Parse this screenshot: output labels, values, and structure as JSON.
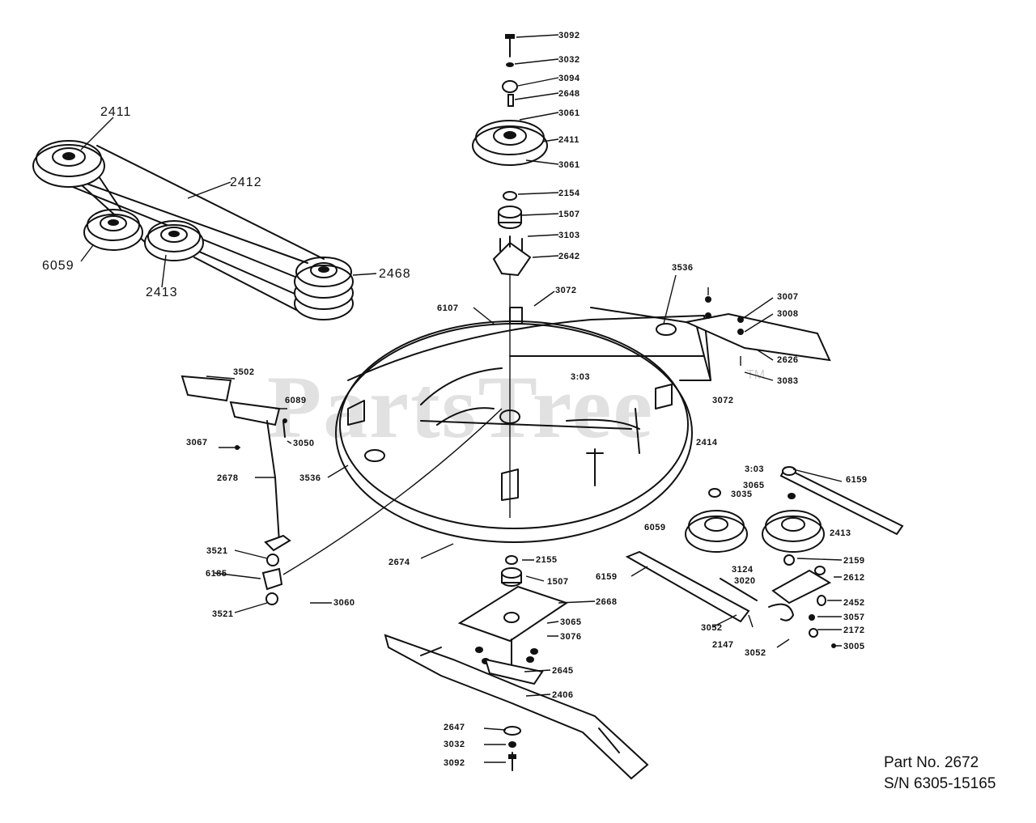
{
  "watermark": {
    "text": "PartsTree",
    "trademark": "TM"
  },
  "part_info": {
    "part_no": "Part No. 2672",
    "serial": "S/N 6305-15165"
  },
  "callouts": {
    "c2411a": "2411",
    "c2412": "2412",
    "c6059a": "6059",
    "c2413a": "2413",
    "c2468": "2468",
    "c3092a": "3092",
    "c3032a": "3032",
    "c3094": "3094",
    "c2648": "2648",
    "c3061a": "3061",
    "c2411b": "2411",
    "c3061b": "3061",
    "c2154": "2154",
    "c1507a": "1507",
    "c3103a": "3103",
    "c2642": "2642",
    "c3536a": "3536",
    "c3072a": "3072",
    "c6107": "6107",
    "c3007": "3007",
    "c3008": "3008",
    "c2626": "2626",
    "c3083": "3083",
    "c3103b": "3:03",
    "c3072b": "3072",
    "c3502": "3502",
    "c6089": "6089",
    "c3067": "3067",
    "c3050": "3050",
    "c2414": "2414",
    "c3536b": "3536",
    "c2678": "2678",
    "c3103c": "3:03",
    "c6159a": "6159",
    "c3065a": "3065",
    "c3035": "3035",
    "c6059b": "6059",
    "c2413b": "2413",
    "c3521a": "3521",
    "c6185": "6185",
    "c3060": "3060",
    "c3521b": "3521",
    "c2674": "2674",
    "c2155": "2155",
    "c1507b": "1507",
    "c2159": "2159",
    "c6159b": "6159",
    "c3124": "3124",
    "c3020": "3020",
    "c2612": "2612",
    "c2668": "2668",
    "c3065b": "3065",
    "c3076": "3076",
    "c2452": "2452",
    "c3052a": "3052",
    "c3057": "3057",
    "c2147": "2147",
    "c2172": "2172",
    "c3052b": "3052",
    "c3005": "3005",
    "c2645": "2645",
    "c2406": "2406",
    "c2647": "2647",
    "c3032b": "3032",
    "c3092b": "3092"
  }
}
